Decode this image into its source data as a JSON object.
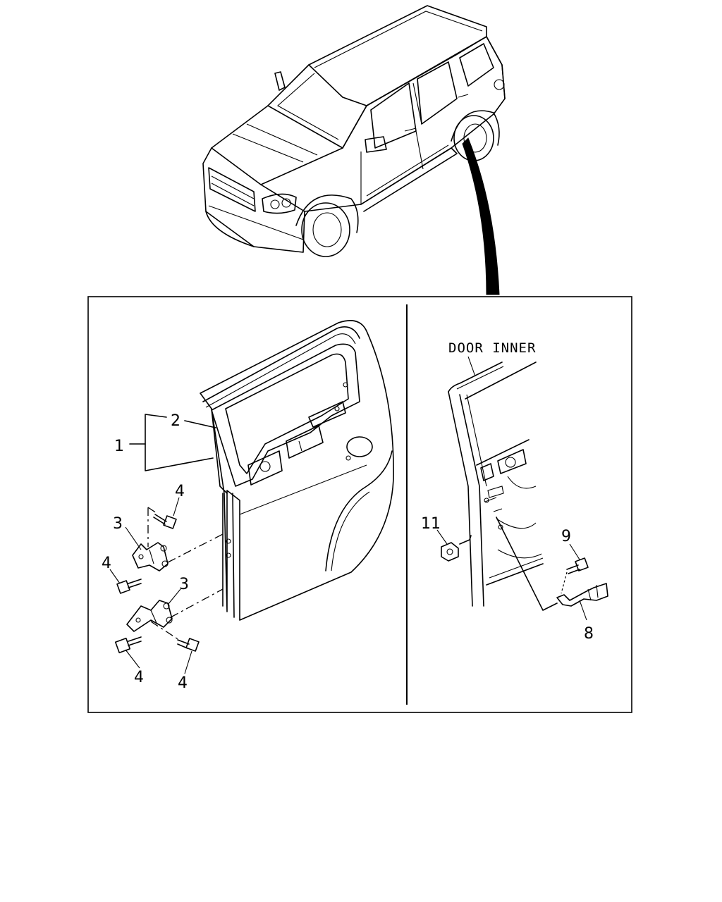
{
  "diagram": {
    "inset_label": "DOOR INNER",
    "callouts": {
      "c1": "1",
      "c2": "2",
      "c3a": "3",
      "c3b": "3",
      "c4a": "4",
      "c4b": "4",
      "c4c": "4",
      "c4d": "4",
      "c8": "8",
      "c9": "9",
      "c11": "11"
    }
  }
}
